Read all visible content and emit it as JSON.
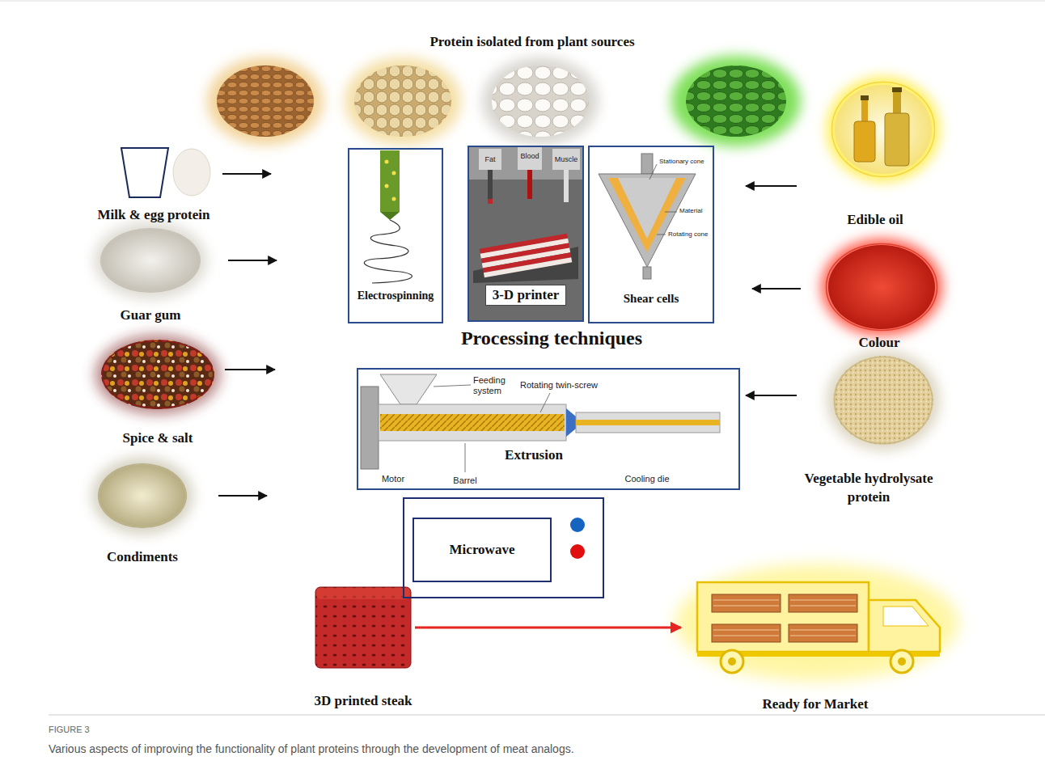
{
  "diagram": {
    "caption": "Various aspects of improving the functionality of plant proteins through the development of meat analogs.",
    "nodes": [
      {
        "text": [
          "Milk & egg protein"
        ]
      },
      {
        "text": [
          "Electrospinning"
        ]
      },
      {
        "text": [
          "3-D printer"
        ]
      },
      {
        "text": [
          "Shear cells"
        ]
      },
      {
        "text": [
          "Edible oil"
        ]
      },
      {
        "text": [
          "Guar gum"
        ]
      },
      {
        "text": [
          "Colour"
        ]
      },
      {
        "text": [
          "Spice & salt"
        ]
      },
      {
        "text": [
          "Extrusion"
        ]
      },
      {
        "text": [
          "Vegetable hydrolysate protein"
        ]
      },
      {
        "text": [
          "Condiments"
        ]
      },
      {
        "text": [
          "Microwave"
        ]
      },
      {
        "text": [
          "3D printed steak"
        ]
      },
      {
        "text": [
          "Ready for Market"
        ]
      }
    ],
    "edges": [
      {
        "from": 12,
        "to": 13,
        "arrow": "to"
      }
    ],
    "labels": [
      "Protein isolated from plant sources",
      "Fat",
      "Blood",
      "Muscle",
      "Stationary cone",
      "Material",
      "Rotating cone",
      "Processing techniques",
      "Feeding system",
      "Rotating twin-screw",
      "Motor",
      "Barrel",
      "Cooling die",
      "FIGURE 3"
    ]
  }
}
